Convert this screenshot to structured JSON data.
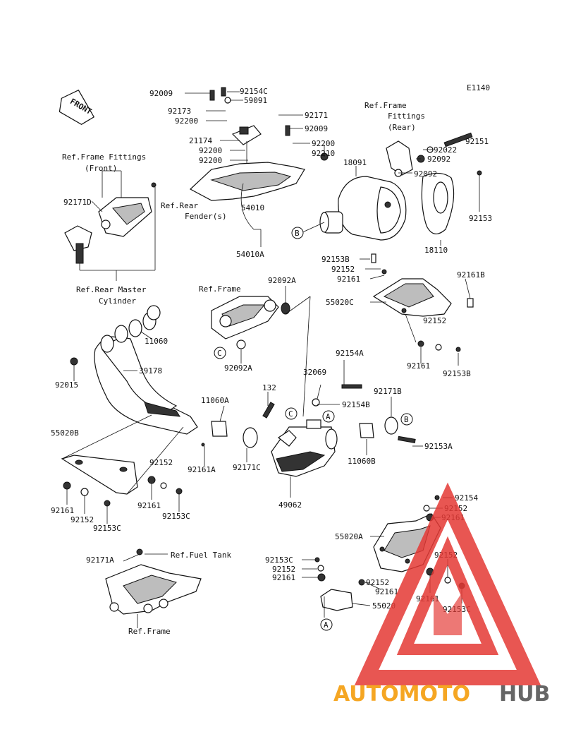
{
  "diagram_code": "E1140",
  "front_label": "FRONT",
  "watermark": {
    "text_a": "AUTOMOTO",
    "text_b": "HUB",
    "color_a": "#f5a623",
    "color_b": "#666666",
    "logo_color": "#e53935"
  },
  "callouts": {
    "a": "A",
    "b": "B",
    "c": "C"
  },
  "refs": {
    "frame_fittings_front_1": "Ref.Frame Fittings",
    "frame_fittings_front_2": "(Front)",
    "frame_fittings_rear_1": "Ref.Frame",
    "frame_fittings_rear_2": "Fittings",
    "frame_fittings_rear_3": "(Rear)",
    "rear_fender_1": "Ref.Rear",
    "rear_fender_2": "Fender(s)",
    "rear_master_1": "Ref.Rear Master",
    "rear_master_2": "Cylinder",
    "frame_mid": "Ref.Frame",
    "fuel_tank": "Ref.Fuel Tank",
    "frame_bottom": "Ref.Frame"
  },
  "parts": {
    "p92009_a": "92009",
    "p92154c": "92154C",
    "p59091": "59091",
    "p92173": "92173",
    "p92200_a": "92200",
    "p92171_top": "92171",
    "p92009_b": "92009",
    "p21174": "21174",
    "p92200_b": "92200",
    "p92200_c": "92200",
    "p92200_d": "92200",
    "p92210": "92210",
    "p18091": "18091",
    "p92151": "92151",
    "p92022": "92022",
    "p92092_a": "92092",
    "p92092_b": "92092",
    "p92153_top": "92153",
    "p18110": "18110",
    "p54010": "54010",
    "p54010a": "54010A",
    "p92171d": "92171D",
    "p92153b_a": "92153B",
    "p92152_a": "92152",
    "p92161_a": "92161",
    "p92161b": "92161B",
    "p55020c": "55020C",
    "p92152_b": "92152",
    "p92161_b": "92161",
    "p92153b_b": "92153B",
    "p92092a_top": "92092A",
    "p92092a_bot": "92092A",
    "p11060": "11060",
    "p92015": "92015",
    "p39178": "39178",
    "p32069": "32069",
    "p92154a": "92154A",
    "p132": "132",
    "p92154b": "92154B",
    "p92171b": "92171B",
    "p11060a": "11060A",
    "p55020b": "55020B",
    "p92161a": "92161A",
    "p92171c": "92171C",
    "p11060b": "11060B",
    "p92153a": "92153A",
    "p92152_c": "92152",
    "p92161_c": "92161",
    "p92152_d": "92152",
    "p92153c_a": "92153C",
    "p92161_d": "92161",
    "p92153c_b": "92153C",
    "p49062": "49062",
    "p92154": "92154",
    "p92152_e": "92152",
    "p92161_e": "92161",
    "p55020a": "55020A",
    "p92152_f": "92152",
    "p92171a": "92171A",
    "p92153c_c": "92153C",
    "p92152_g": "92152",
    "p92161_f": "92161",
    "p92152_h": "92152",
    "p92161_g": "92161",
    "p92161_h": "92161",
    "p92153c_d": "92153C",
    "p55020": "55020"
  }
}
